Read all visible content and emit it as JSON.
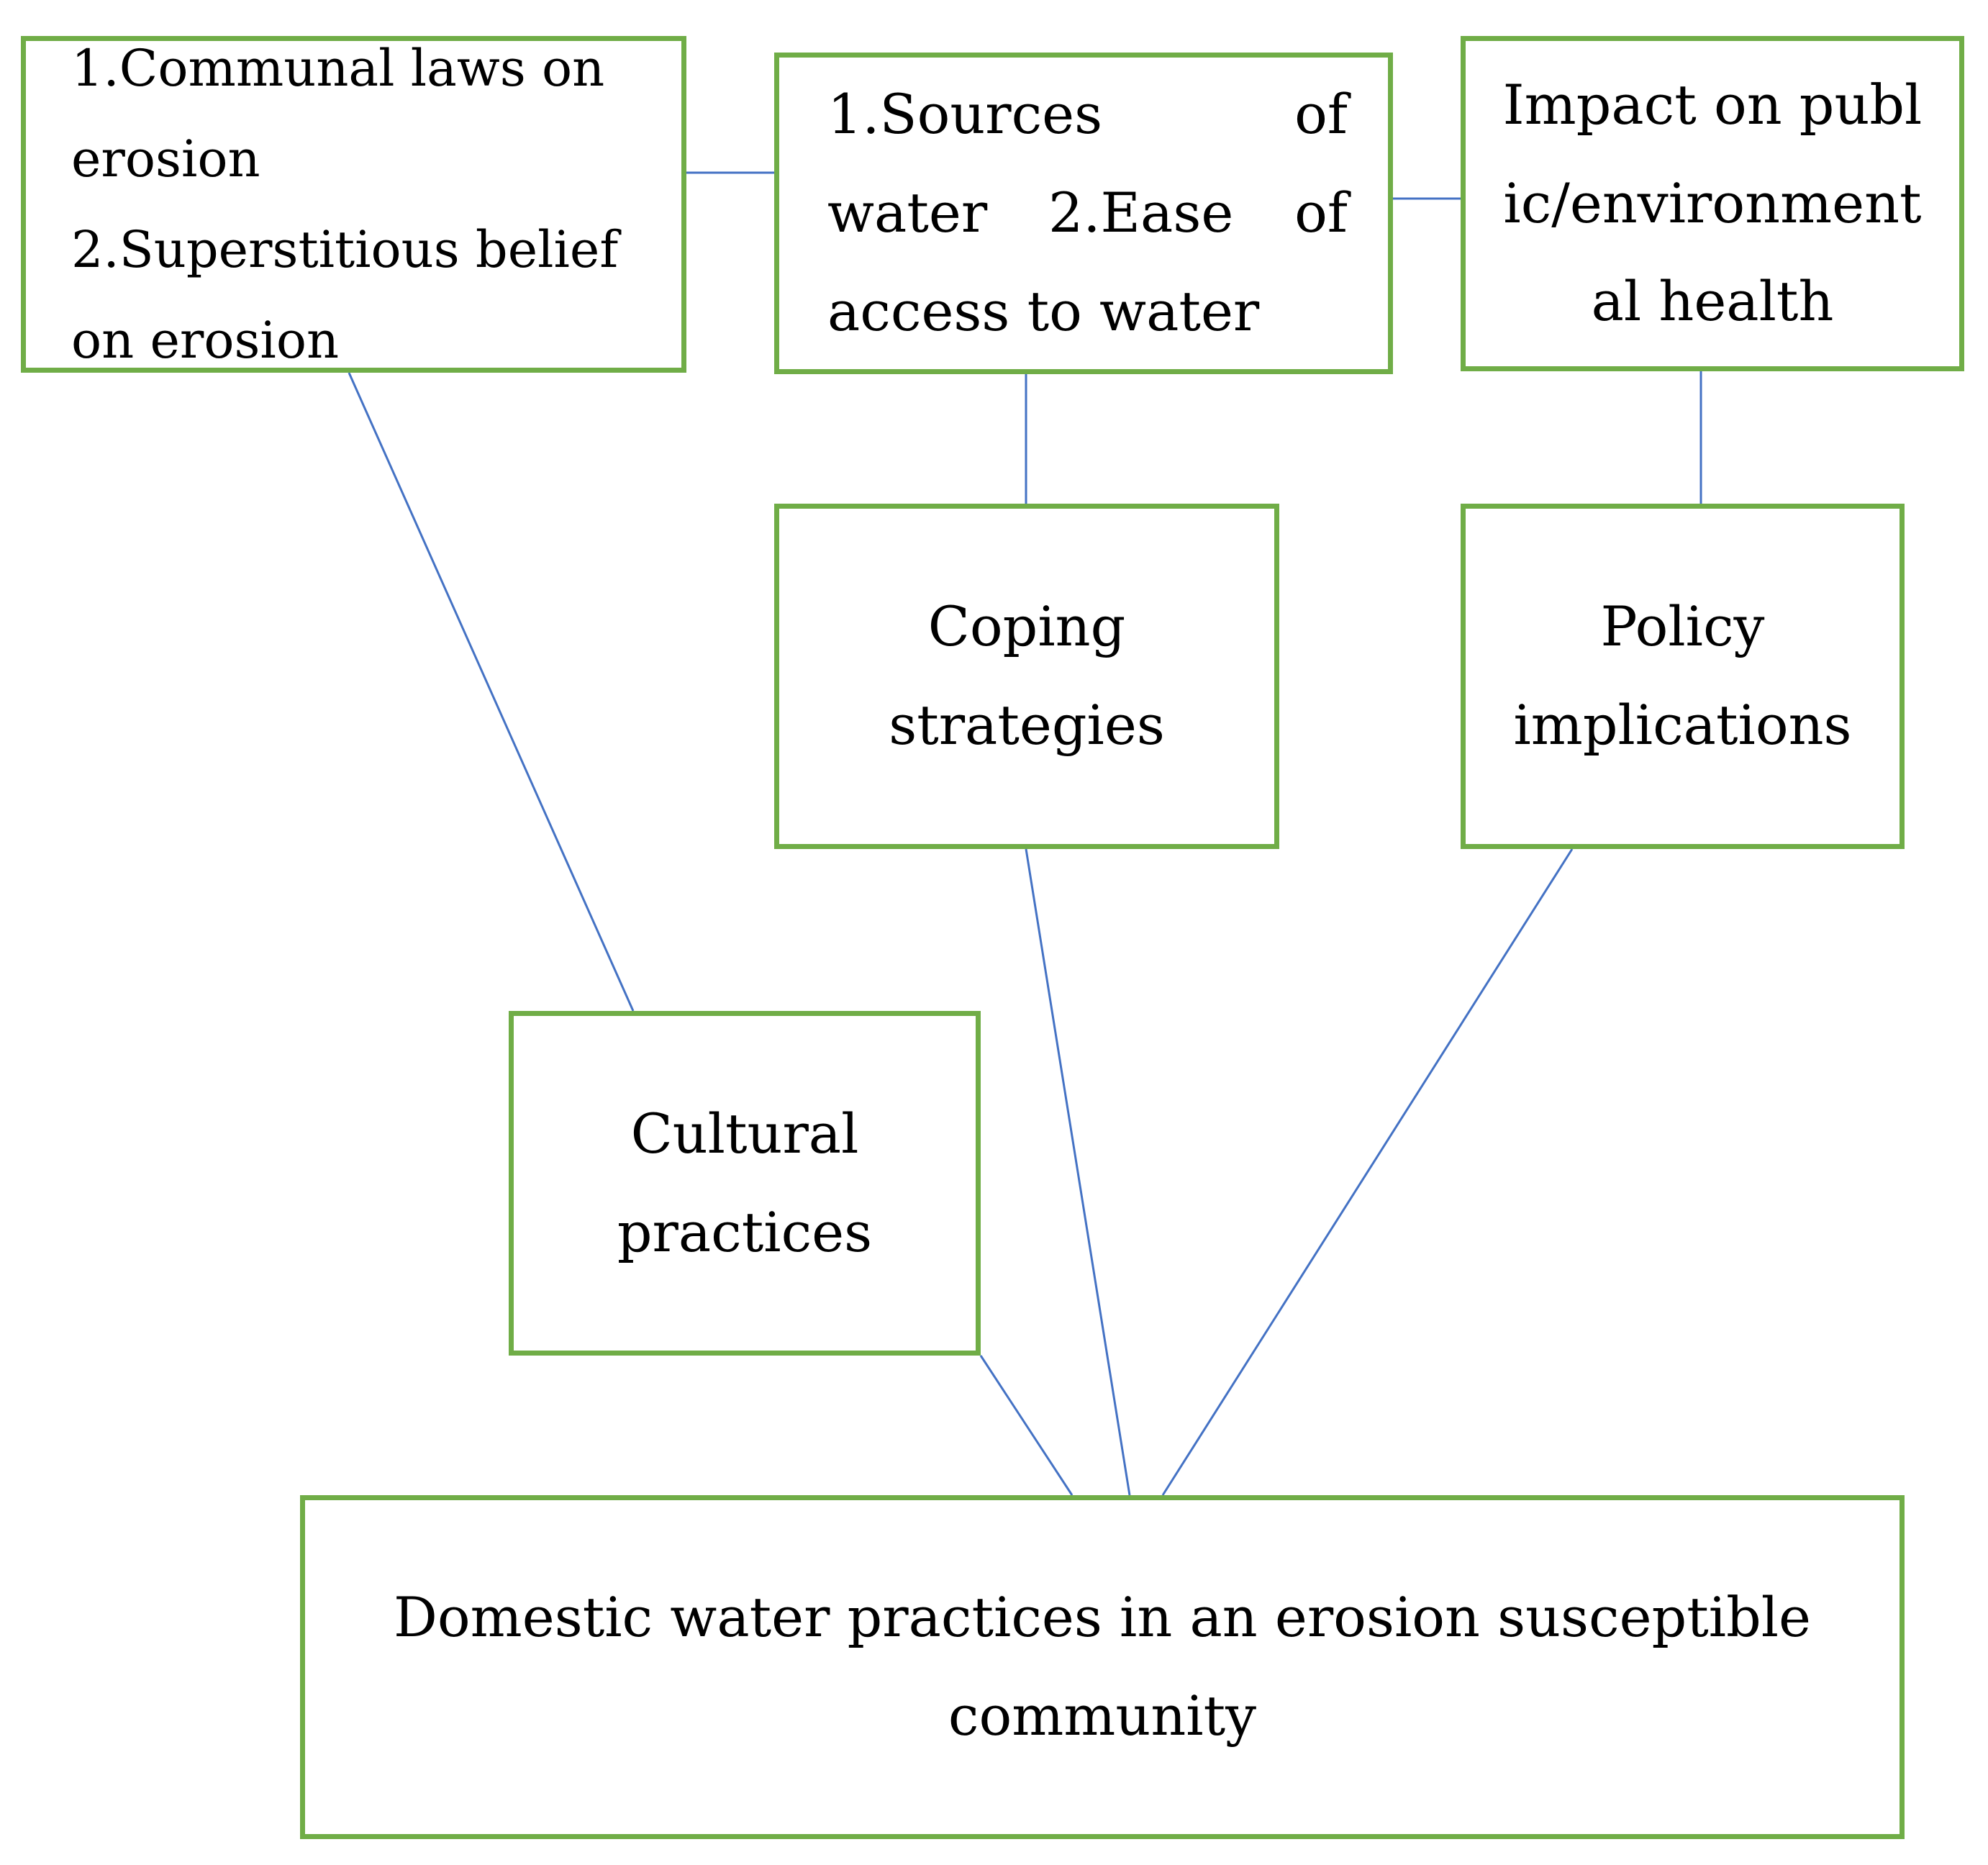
{
  "diagram": {
    "colors": {
      "box_border": "#70AD47",
      "connector": "#4472C4",
      "text": "#000000",
      "background": "#ffffff"
    },
    "nodes": {
      "communal": {
        "text": "1.Communal laws on erosion 2.Superstitious belief on erosion"
      },
      "sources": {
        "text": "1.Sources of water 2.Ease of access to water"
      },
      "impact": {
        "text": "Impact on public/environmental health"
      },
      "coping": {
        "text": "Coping strategies"
      },
      "policy": {
        "text": "Policy implications"
      },
      "cultural": {
        "text": "Cultural practices"
      },
      "domestic": {
        "text": "Domestic water practices in an erosion susceptible community"
      }
    },
    "edges": [
      {
        "from": "communal",
        "to": "sources"
      },
      {
        "from": "sources",
        "to": "impact"
      },
      {
        "from": "sources",
        "to": "coping"
      },
      {
        "from": "impact",
        "to": "policy"
      },
      {
        "from": "communal",
        "to": "cultural"
      },
      {
        "from": "cultural",
        "to": "domestic"
      },
      {
        "from": "coping",
        "to": "domestic"
      },
      {
        "from": "policy",
        "to": "domestic"
      }
    ]
  }
}
